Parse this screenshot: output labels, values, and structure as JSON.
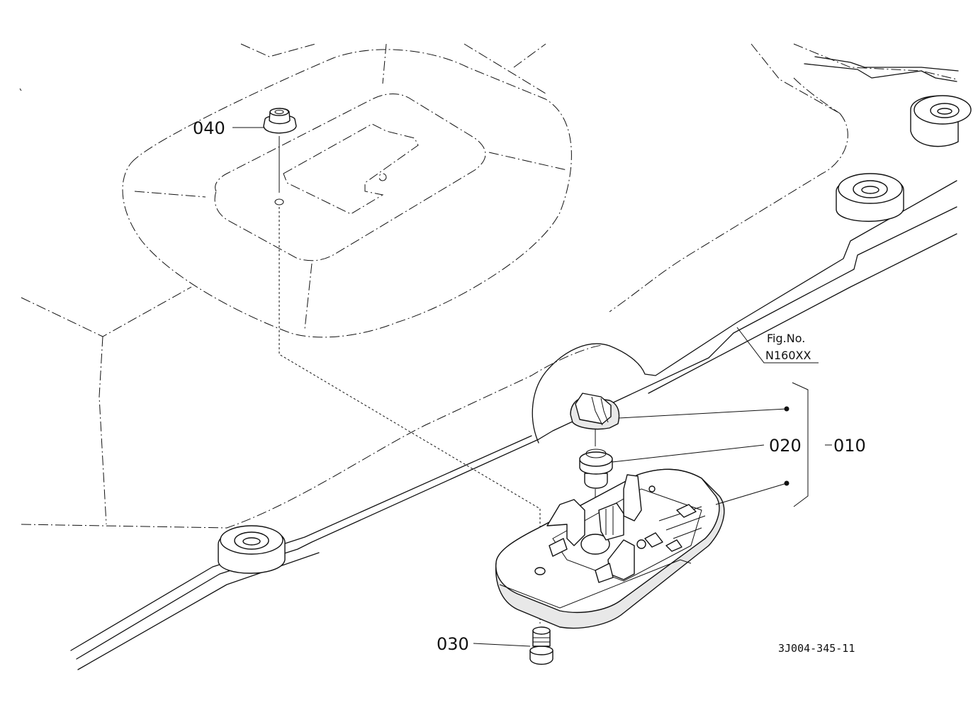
{
  "labels": {
    "part_040": "040",
    "part_020": "020",
    "part_010": "010",
    "part_030": "030",
    "fig_no": "Fig.No.",
    "fig_code": "N160XX",
    "drawing_ref": "3J004-345-11"
  }
}
